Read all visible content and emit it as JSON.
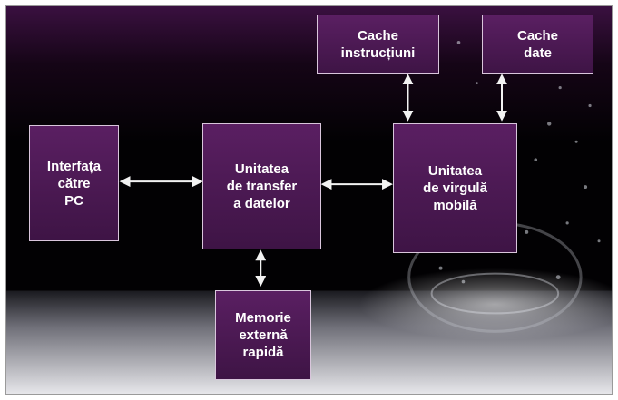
{
  "diagram": {
    "boxes": {
      "pc_interface": "Interfața\ncătre\nPC",
      "transfer_unit": "Unitatea\nde transfer\na datelor",
      "floating_point_unit": "Unitatea\nde virgulă\nmobilă",
      "instruction_cache": "Cache\ninstrucțiuni",
      "data_cache": "Cache\ndate",
      "external_memory": "Memorie\nexternă\nrapidă"
    }
  },
  "colors": {
    "box_fill": "#4e1a56",
    "box_border": "#d9c6dc",
    "arrow": "#f2f2f2",
    "background": "#020103"
  }
}
